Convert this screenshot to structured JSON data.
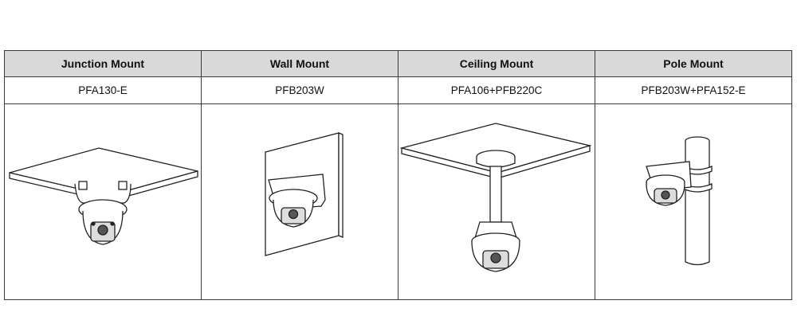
{
  "columns": [
    {
      "mount_type": "Junction Mount",
      "model": "PFA130-E"
    },
    {
      "mount_type": "Wall Mount",
      "model": "PFB203W"
    },
    {
      "mount_type": "Ceiling Mount",
      "model": "PFA106+PFB220C"
    },
    {
      "mount_type": "Pole Mount",
      "model": "PFB203W+PFA152-E"
    }
  ]
}
